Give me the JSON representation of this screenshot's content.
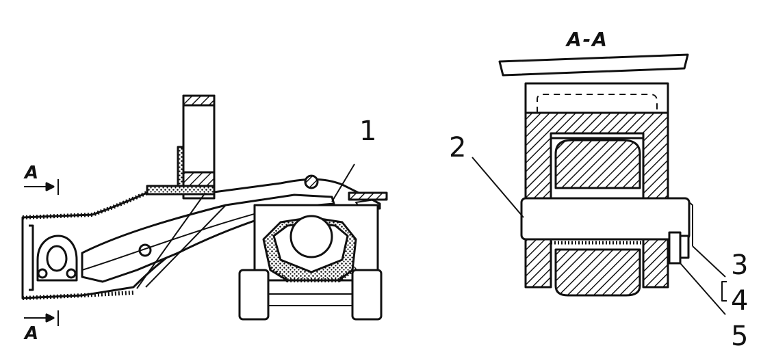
{
  "figure": {
    "section_title": "A-A",
    "section_marker_top": "A",
    "section_marker_bottom": "A",
    "callouts": [
      "1",
      "2",
      "3",
      "4",
      "5"
    ]
  },
  "colors": {
    "ink": "#111111",
    "paper": "#ffffff"
  }
}
